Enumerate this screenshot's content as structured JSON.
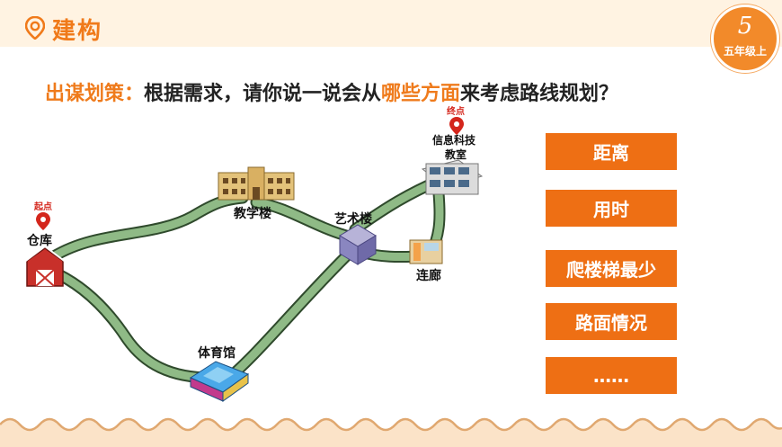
{
  "header": {
    "title": "建构"
  },
  "badge": {
    "number": "5",
    "grade": "五年级上"
  },
  "question": {
    "lead": "出谋划策：",
    "part1": "根据需求，请你说一说会从",
    "highlight": "哪些方面",
    "part2": "来考虑路线规划？"
  },
  "map": {
    "start_tag": "起点",
    "end_tag": "终点",
    "places": {
      "warehouse": "仓库",
      "teaching_building": "教学楼",
      "art_building": "艺术楼",
      "gym": "体育馆",
      "corridor": "连廊",
      "it_classroom_line1": "信息科技",
      "it_classroom_line2": "教室"
    }
  },
  "options": [
    {
      "label": "距离"
    },
    {
      "label": "用时"
    },
    {
      "label": "爬楼梯最少"
    },
    {
      "label": "路面情况"
    },
    {
      "label": "……"
    }
  ],
  "colors": {
    "accent": "#ee6f14",
    "road": "#8fba86",
    "header_band": "#fff3e2"
  }
}
